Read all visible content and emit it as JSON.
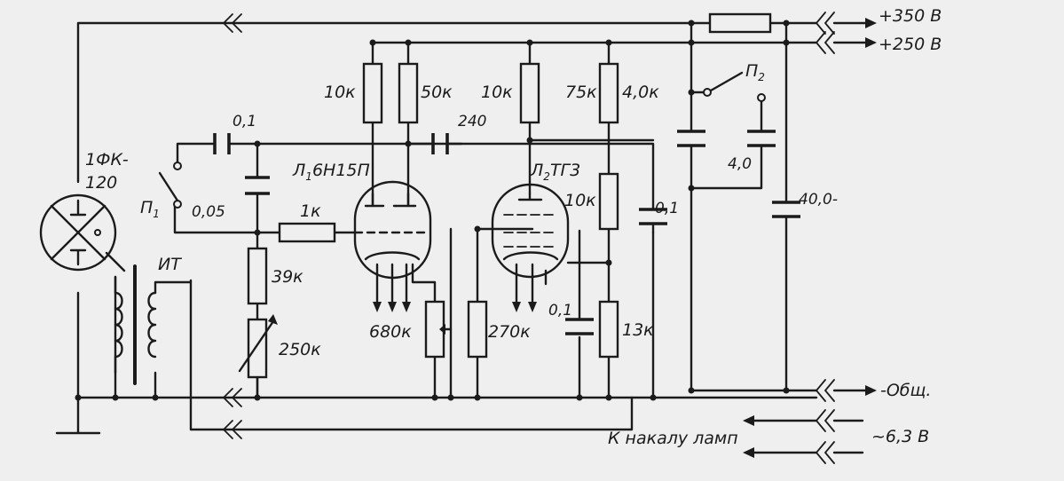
{
  "labels": {
    "v350": "+350 В",
    "v250": "+250 В",
    "common": "-Общ.",
    "heater_caption": "К накалу ламп",
    "heater_volt": "~6,3 В",
    "fk_name": "1ФК-",
    "fk_num": "120",
    "it": "ИТ",
    "switch1": "П",
    "switch1_sub": "1",
    "switch2": "П",
    "switch2_sub": "2",
    "lamp1_l": "Л",
    "lamp1_sub": "1",
    "lamp1_type": "6Н15П",
    "lamp2_l": "Л",
    "lamp2_sub": "2",
    "lamp2_type": "ТГ3",
    "c_01_top": "0,1",
    "c_005": "0,05",
    "c_240": "240",
    "c_01_mid": "0,1",
    "c_01_low": "0,1",
    "c_40": "4,0",
    "c_400": "40,0-",
    "r_1k": "1к",
    "r_39k": "39к",
    "r_250k": "250к",
    "r_10k_a": "10к",
    "r_50k": "50к",
    "r_10k_b": "10к",
    "r_75k": "75к",
    "r_40k": "4,0к",
    "r_10k_c": "10к",
    "r_13k": "13к",
    "r_680k": "680к",
    "r_270k": "270к"
  }
}
